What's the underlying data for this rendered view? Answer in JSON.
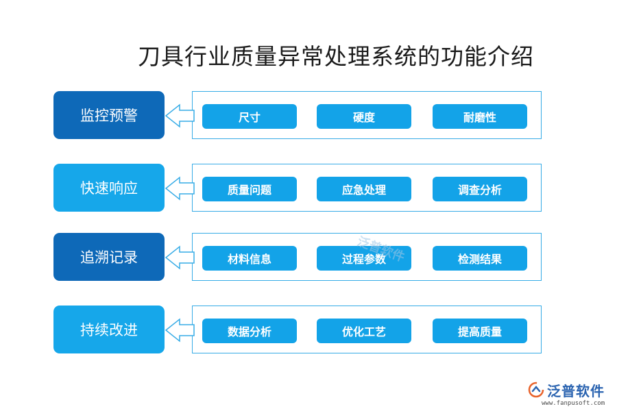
{
  "title": "刀具行业质量异常处理系统的功能介绍",
  "rows": [
    {
      "category": "监控预警",
      "items": [
        "尺寸",
        "硬度",
        "耐磨性"
      ]
    },
    {
      "category": "快速响应",
      "items": [
        "质量问题",
        "应急处理",
        "调查分析"
      ]
    },
    {
      "category": "追溯记录",
      "items": [
        "材料信息",
        "过程参数",
        "检测结果"
      ]
    },
    {
      "category": "持续改进",
      "items": [
        "数据分析",
        "优化工艺",
        "提高质量"
      ]
    }
  ],
  "colors": {
    "dark_blue": "#0e69b8",
    "light_blue": "#16a7ea",
    "chip_blue": "#13a3e8",
    "panel_border": "#35abe6"
  },
  "watermark": "泛普软件",
  "logo": {
    "text": "泛普软件",
    "url": "www.fanpusoft.com",
    "icon": "fanpu-logo-icon"
  }
}
